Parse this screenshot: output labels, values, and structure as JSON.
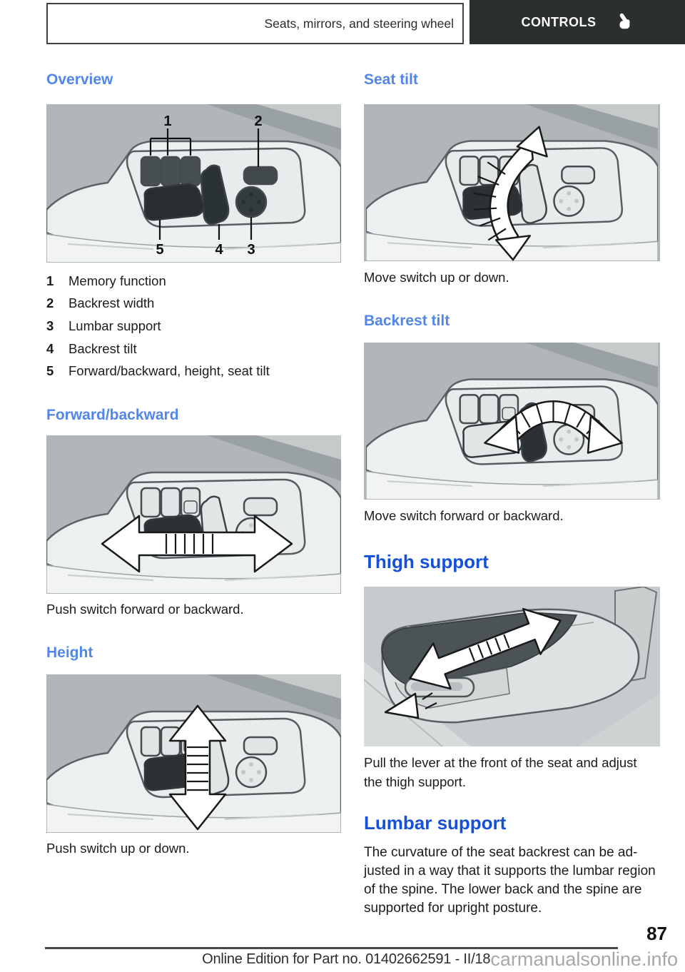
{
  "header": {
    "title": "Seats, mirrors, and steering wheel",
    "tab": "CONTROLS"
  },
  "sections": {
    "overview": {
      "heading": "Overview",
      "items": [
        {
          "num": "1",
          "label": "Memory function"
        },
        {
          "num": "2",
          "label": "Backrest width"
        },
        {
          "num": "3",
          "label": "Lumbar support"
        },
        {
          "num": "4",
          "label": "Backrest tilt"
        },
        {
          "num": "5",
          "label": "Forward/backward, height, seat tilt"
        }
      ]
    },
    "forward_backward": {
      "heading": "Forward/backward",
      "caption": "Push switch forward or backward."
    },
    "height": {
      "heading": "Height",
      "caption": "Push switch up or down."
    },
    "seat_tilt": {
      "heading": "Seat tilt",
      "caption": "Move switch up or down."
    },
    "backrest_tilt": {
      "heading": "Backrest tilt",
      "caption": "Move switch forward or backward."
    },
    "thigh_support": {
      "heading": "Thigh support",
      "caption_lines": [
        "Pull the lever at the front of the seat and adjust",
        "the thigh support."
      ]
    },
    "lumbar_support": {
      "heading": "Lumbar support",
      "body_lines": [
        "The curvature of the seat backrest can be ad-",
        "justed in a way that it supports the lumbar region",
        "of the spine. The lower back and the spine are",
        "supported for upright posture."
      ]
    }
  },
  "figures": {
    "overview_callouts": {
      "c1": "1",
      "c2": "2",
      "c3": "3",
      "c4": "4",
      "c5": "5"
    }
  },
  "footer": {
    "page_number": "87",
    "edition": "Online Edition for Part no. 01402662591 - II/18",
    "watermark": "carmanualsonline.info"
  },
  "colors": {
    "heading_small_blue": "#5186ea",
    "heading_large_blue": "#1450d9",
    "tab_background": "#2b2f2f",
    "watermark_gray": "#a7a7a7",
    "figure_background": "#b1b7b9"
  }
}
